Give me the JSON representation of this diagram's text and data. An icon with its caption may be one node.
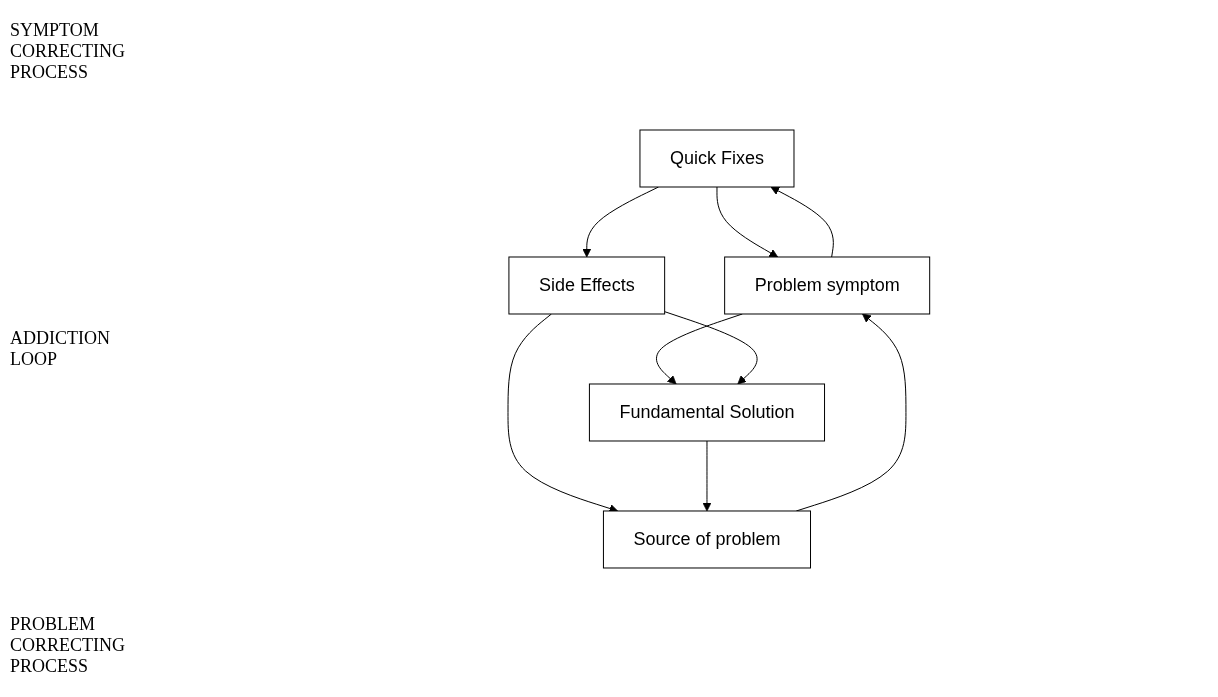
{
  "diagram": {
    "nodes": [
      {
        "text": [
          "Quick Fixes"
        ]
      },
      {
        "text": [
          "Side Effects"
        ]
      },
      {
        "text": [
          "Problem symptom"
        ]
      },
      {
        "text": [
          "Fundamental Solution"
        ]
      },
      {
        "text": [
          "Source of problem"
        ]
      }
    ],
    "edges": [
      {
        "from": 0,
        "to": 2,
        "arrow": "to"
      },
      {
        "from": 2,
        "to": 0,
        "arrow": "to"
      },
      {
        "from": 0,
        "to": 1,
        "arrow": "to"
      },
      {
        "from": 2,
        "to": 3,
        "arrow": "to"
      },
      {
        "from": 1,
        "to": 3,
        "arrow": "to"
      },
      {
        "from": 1,
        "to": 4,
        "arrow": "to"
      },
      {
        "from": 3,
        "to": 4,
        "arrow": "to"
      },
      {
        "from": 4,
        "to": 2,
        "arrow": "to"
      }
    ],
    "labels": [
      "SYMPTOM CORRECTING PROCESS",
      "ADDICTION LOOP",
      "PROBLEM CORRECTING PROCESS"
    ]
  }
}
